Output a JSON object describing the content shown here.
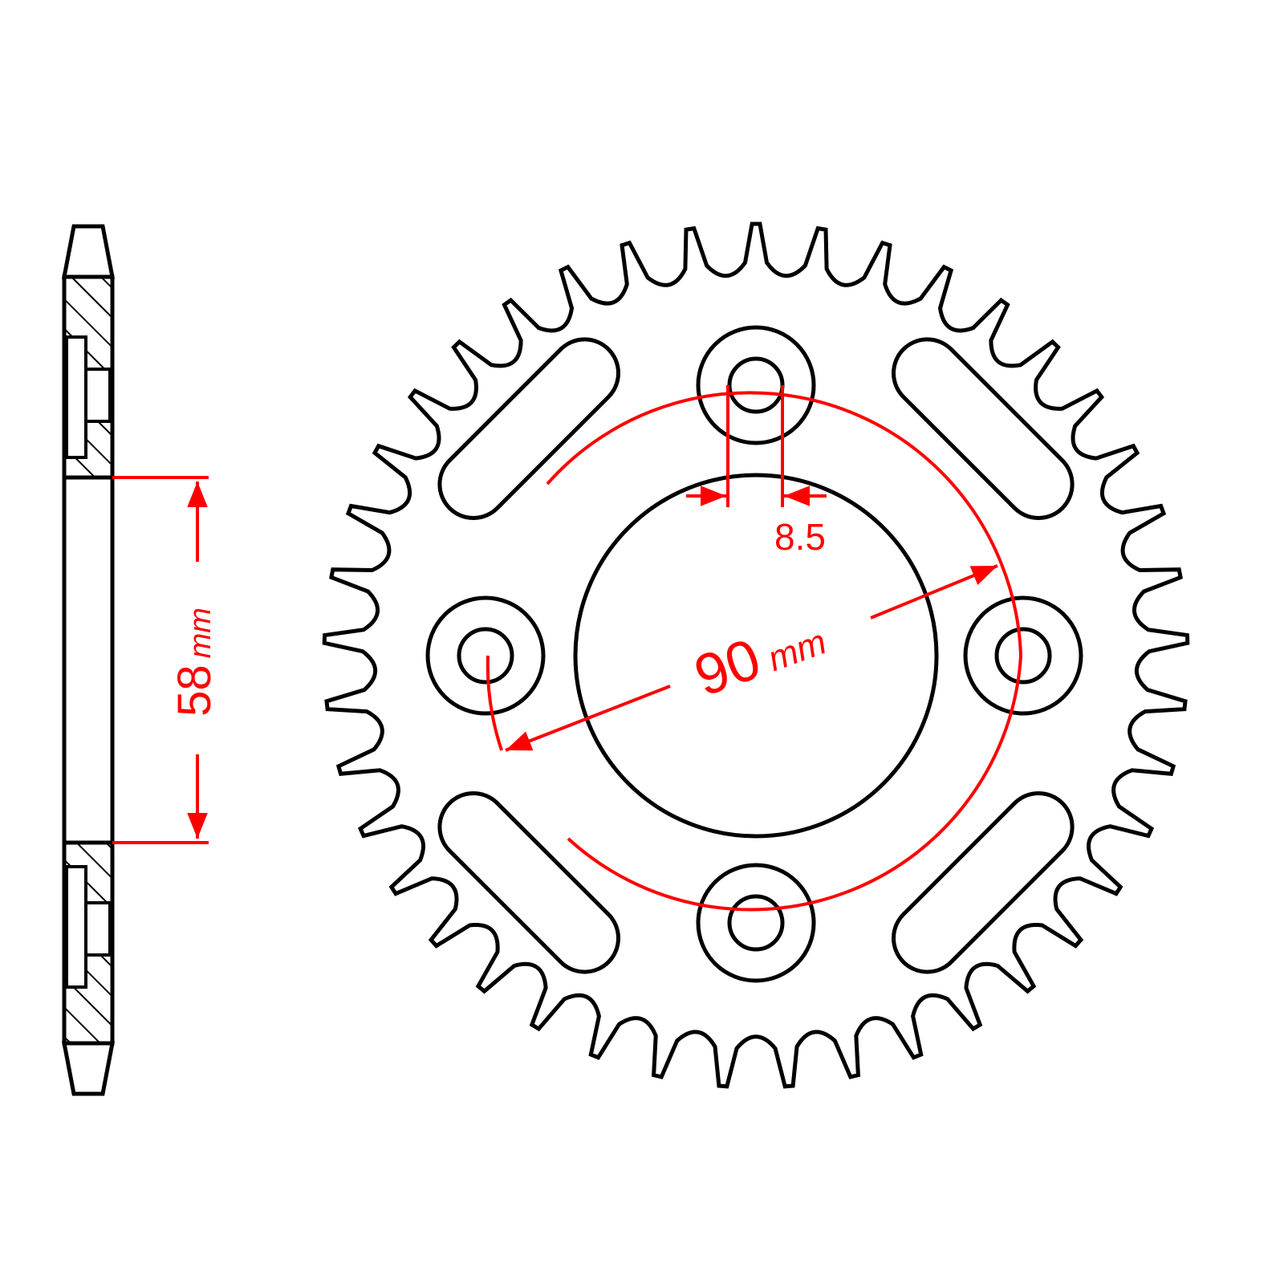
{
  "drawing": {
    "subject": "Rear chain sprocket technical drawing",
    "colors": {
      "outline": "#000000",
      "dimension": "#ff0000",
      "background": "#ffffff"
    },
    "teeth_count": 41,
    "bolt_holes": 4,
    "lightening_slots": 4
  },
  "dimensions": {
    "center_bore": {
      "value": "58",
      "unit": "mm"
    },
    "bolt_circle": {
      "value": "90",
      "unit": "mm"
    },
    "bolt_hole": {
      "value": "8.5"
    }
  }
}
